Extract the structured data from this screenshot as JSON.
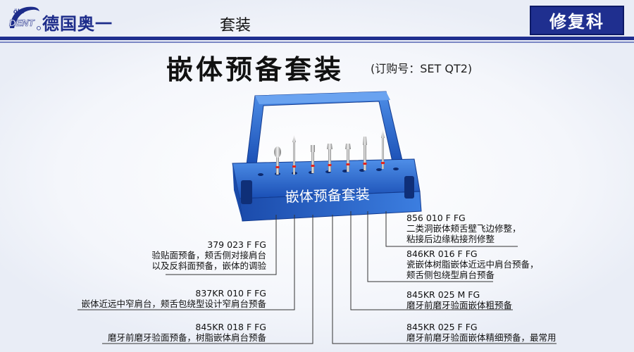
{
  "header": {
    "company_name": "德国奥一",
    "section": "套装",
    "department": "修复科",
    "logo": {
      "top_text": "öko",
      "main_text": "DENT"
    }
  },
  "title": {
    "main": "嵌体预备套装",
    "order_number": "(订购号：SET QT2)"
  },
  "product": {
    "box_label": "嵌体预备套装",
    "colors": {
      "box_blue": "#2a6fd6",
      "ring_red": "#e5241b"
    }
  },
  "callouts": [
    {
      "code": "379 023 F FG",
      "lines": [
        "验贴面预备，颊舌侧对接肩台",
        "以及反斜面预备，嵌体的调验"
      ]
    },
    {
      "code": "837KR 010 F FG",
      "lines": [
        "嵌体近远中窄肩台，颊舌包绕型设计窄肩台预备"
      ]
    },
    {
      "code": "845KR 018 F FG",
      "lines": [
        "磨牙前磨牙验面预备，树脂嵌体肩台预备"
      ]
    },
    {
      "code": "856 010  F FG",
      "lines": [
        "二类洞嵌体颊舌壁飞边修整，",
        "粘接后边缘粘接剂修整"
      ]
    },
    {
      "code": "846KR 016 F FG",
      "lines": [
        "瓷嵌体树脂嵌体近远中肩台预备，",
        "颊舌侧包绕型肩台预备"
      ]
    },
    {
      "code": "845KR 025 M FG",
      "lines": [
        "磨牙前磨牙验面嵌体粗预备"
      ]
    },
    {
      "code": "845KR 025 F FG",
      "lines": [
        "磨牙前磨牙验面嵌体精细预备，最常用"
      ]
    }
  ]
}
